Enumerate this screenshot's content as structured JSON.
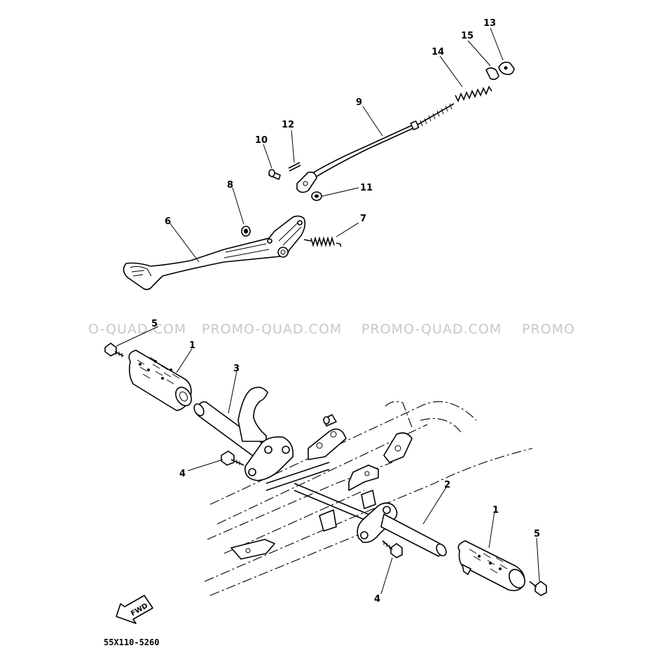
{
  "watermarks": [
    "O-QUAD.COM",
    "PROMO-QUAD.COM",
    "PROMO-QUAD.COM",
    "PROMO"
  ],
  "callouts": {
    "c1a": "1",
    "c1b": "1",
    "c2": "2",
    "c3": "3",
    "c4a": "4",
    "c4b": "4",
    "c5a": "5",
    "c5b": "5",
    "c6": "6",
    "c7": "7",
    "c8": "8",
    "c9": "9",
    "c10": "10",
    "c11": "11",
    "c12": "12",
    "c13": "13",
    "c14": "14",
    "c15": "15"
  },
  "fwd_label": "FWD",
  "drawing_code": "55X110-5260"
}
